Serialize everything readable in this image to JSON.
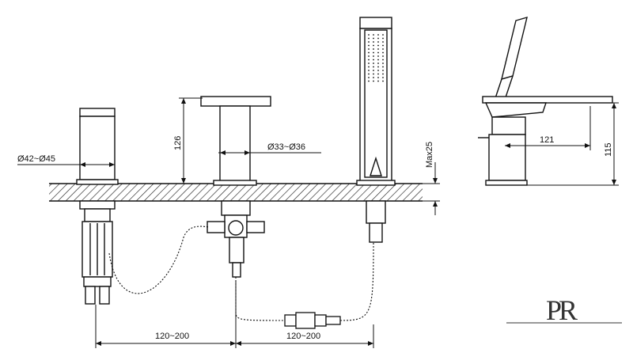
{
  "dimensions": {
    "hole_diameter_left": "Ø42~Ø45",
    "hole_diameter_center": "Ø33~Ø36",
    "spout_height": "126",
    "deck_thickness": "Max25",
    "spacing_left": "120~200",
    "spacing_right": "120~200",
    "side_reach": "121",
    "side_height": "115"
  },
  "logo": {
    "text": "PR"
  },
  "colors": {
    "line": "#111111",
    "hatch": "#222222",
    "logo": "#333333"
  }
}
